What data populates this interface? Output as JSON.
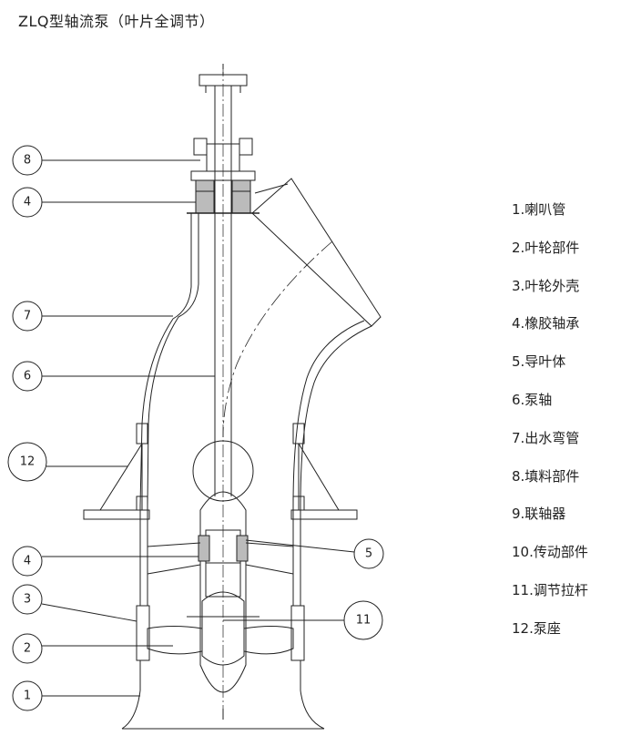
{
  "title": "ZLQ型轴流泵（叶片全调节）",
  "callouts": [
    {
      "id": "c8",
      "label": "8"
    },
    {
      "id": "c4a",
      "label": "4"
    },
    {
      "id": "c7",
      "label": "7"
    },
    {
      "id": "c6",
      "label": "6"
    },
    {
      "id": "c12",
      "label": "12"
    },
    {
      "id": "c4b",
      "label": "4"
    },
    {
      "id": "c3",
      "label": "3"
    },
    {
      "id": "c2",
      "label": "2"
    },
    {
      "id": "c1",
      "label": "1"
    },
    {
      "id": "c5",
      "label": "5"
    },
    {
      "id": "c11",
      "label": "11"
    }
  ],
  "legend": [
    "1.喇叭管",
    "2.叶轮部件",
    "3.叶轮外壳",
    "4.橡胶轴承",
    "5.导叶体",
    "6.泵轴",
    "7.出水弯管",
    "8.填料部件",
    "9.联轴器",
    "10.传动部件",
    "11.调节拉杆",
    "12.泵座"
  ]
}
